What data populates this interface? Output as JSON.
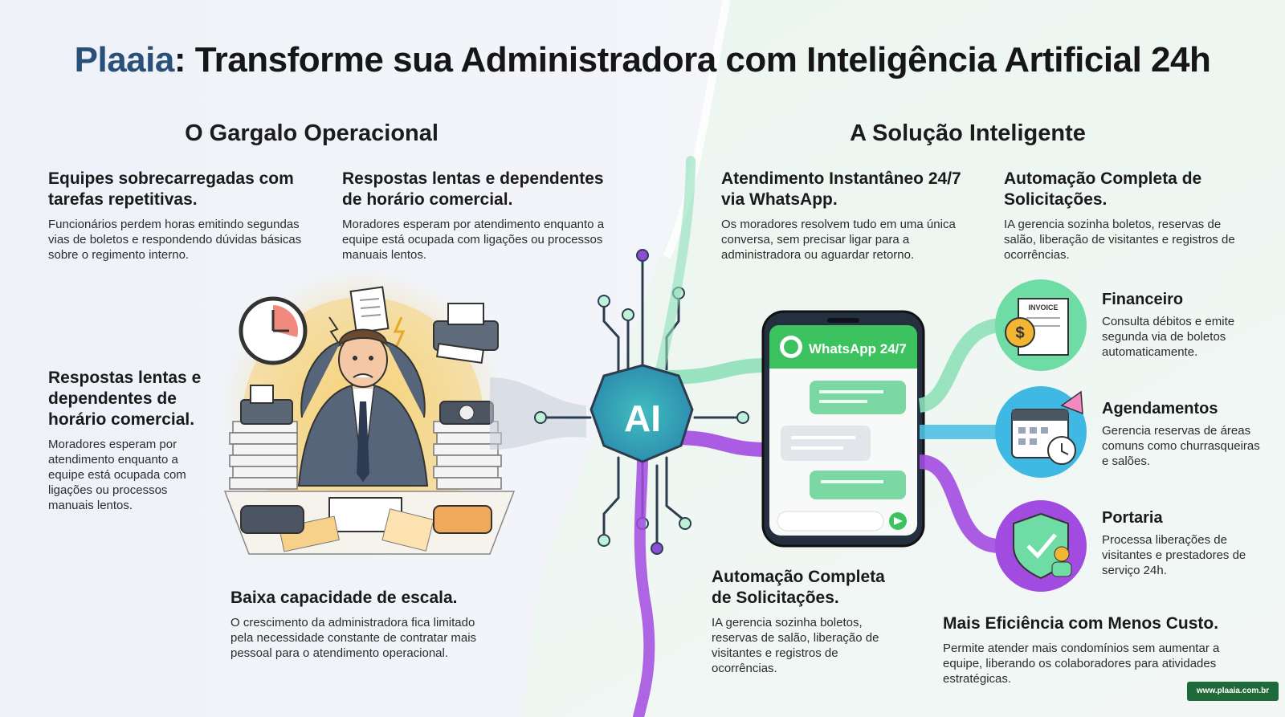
{
  "title": {
    "brand": "Plaaia",
    "rest": ": Transforme sua Administradora com Inteligência Artificial 24h"
  },
  "left": {
    "heading": "O Gargalo Operacional",
    "items": [
      {
        "title": "Equipes sobrecarregadas com tarefas repetitivas.",
        "text": "Funcionários perdem horas emitindo segundas vias de boletos e respondendo dúvidas básicas sobre o regimento interno."
      },
      {
        "title": "Respostas lentas e dependentes de horário comercial.",
        "text": "Moradores esperam por atendimento enquanto a equipe está ocupada com ligações ou processos manuais lentos."
      },
      {
        "title": "Respostas lentas e dependentes de horário comercial.",
        "text": "Moradores esperam por atendimento enquanto a equipe está ocupada com ligações ou processos manuais lentos."
      },
      {
        "title": "Baixa capacidade de escala.",
        "text": "O crescimento da administradora fica limitado pela necessidade constante de contratar mais pessoal para o atendimento operacional."
      }
    ]
  },
  "right": {
    "heading": "A Solução Inteligente",
    "items": [
      {
        "title": "Atendimento Instantâneo 24/7 via WhatsApp.",
        "text": "Os moradores resolvem tudo em uma única conversa, sem precisar ligar para a administradora ou aguardar retorno."
      },
      {
        "title": "Automação Completa de Solicitações.",
        "text": "IA gerencia sozinha boletos, reservas de salão, liberação de visitantes e registros de ocorrências."
      },
      {
        "title": "Automação Completa de Solicitações.",
        "text": "IA gerencia sozinha boletos, reservas de salão, liberação de visitantes e registros de ocorrências."
      },
      {
        "title": "Mais Eficiência com Menos Custo.",
        "text": "Permite atender mais condomínios sem aumentar a equipe, liberando os colaboradores para atividades estratégicas."
      }
    ],
    "features": [
      {
        "title": "Financeiro",
        "text": "Consulta débitos e emite segunda via de boletos automaticamente.",
        "icon": "invoice-coin-icon",
        "color": "#6fdca6"
      },
      {
        "title": "Agendamentos",
        "text": "Gerencia reservas de áreas comuns como churrasqueiras e salões.",
        "icon": "calendar-clock-icon",
        "color": "#3fb9e3"
      },
      {
        "title": "Portaria",
        "text": "Processa liberações de visitantes e prestadores de serviço 24h.",
        "icon": "shield-visitor-icon",
        "color": "#a24be0"
      }
    ]
  },
  "center": {
    "ai_label": "AI",
    "phone_header": "WhatsApp 24/7",
    "invoice_label": "INVOICE"
  },
  "badge": "www.plaaia.com.br",
  "colors": {
    "brand": "#2a4f78",
    "whatsapp": "#3cc35f",
    "green": "#6fdca6",
    "blue": "#3fb9e3",
    "purple": "#a24be0"
  }
}
